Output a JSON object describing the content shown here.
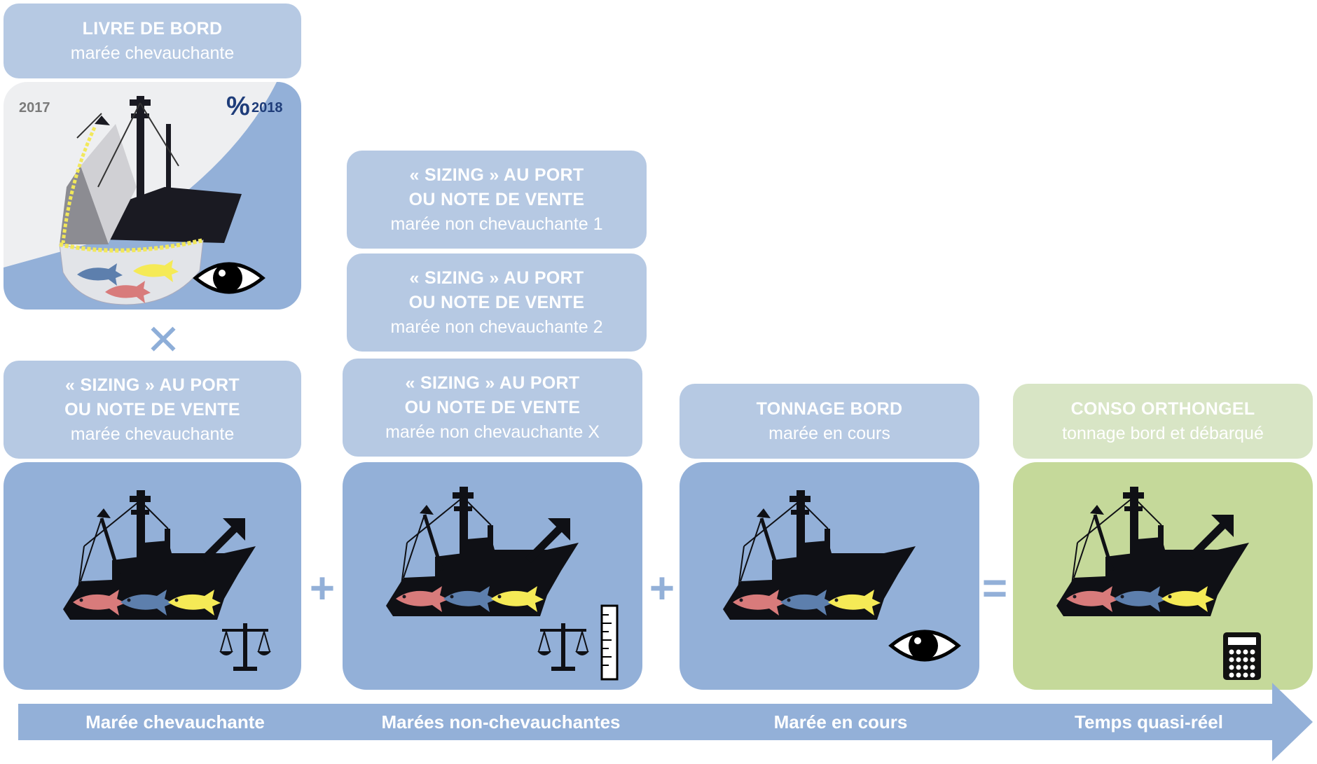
{
  "boxes": {
    "logbook": {
      "title": "LIVRE DE BORD",
      "subtitle": "marée chevauchante"
    },
    "sizing_overlap": {
      "title1": "« SIZING » AU PORT",
      "title2": "OU NOTE DE VENTE",
      "subtitle": "marée chevauchante"
    },
    "sizing_non1": {
      "title1": "« SIZING » AU PORT",
      "title2": "OU NOTE DE VENTE",
      "subtitle": "marée non chevauchante 1"
    },
    "sizing_non2": {
      "title1": "« SIZING » AU PORT",
      "title2": "OU NOTE DE VENTE",
      "subtitle": "marée non chevauchante 2"
    },
    "sizing_nonx": {
      "title1": "« SIZING » AU PORT",
      "title2": "OU NOTE DE VENTE",
      "subtitle": "marée non chevauchante X"
    },
    "tonnage": {
      "title": "TONNAGE BORD",
      "subtitle": "marée en cours"
    },
    "conso": {
      "title": "CONSO ORTHONGEL",
      "subtitle": "tonnage bord et débarqué"
    }
  },
  "logbook_panel": {
    "year_left": "2017",
    "percent": "%",
    "year_right": "2018"
  },
  "operators": {
    "times": "✕",
    "plus": "+",
    "equals": "="
  },
  "timeline": [
    "Marée chevauchante",
    "Marées non-chevauchantes",
    "Marée en cours",
    "Temps quasi-réel"
  ],
  "colors": {
    "blue_light": "#b6c9e3",
    "blue_panel": "#93b0d8",
    "green_light": "#d8e5c5",
    "green_panel": "#c5d99a",
    "fish_red": "#d87b7b",
    "fish_blue": "#5d7fad",
    "fish_yellow": "#f5ea56",
    "dark_blue": "#1f3d7a"
  }
}
